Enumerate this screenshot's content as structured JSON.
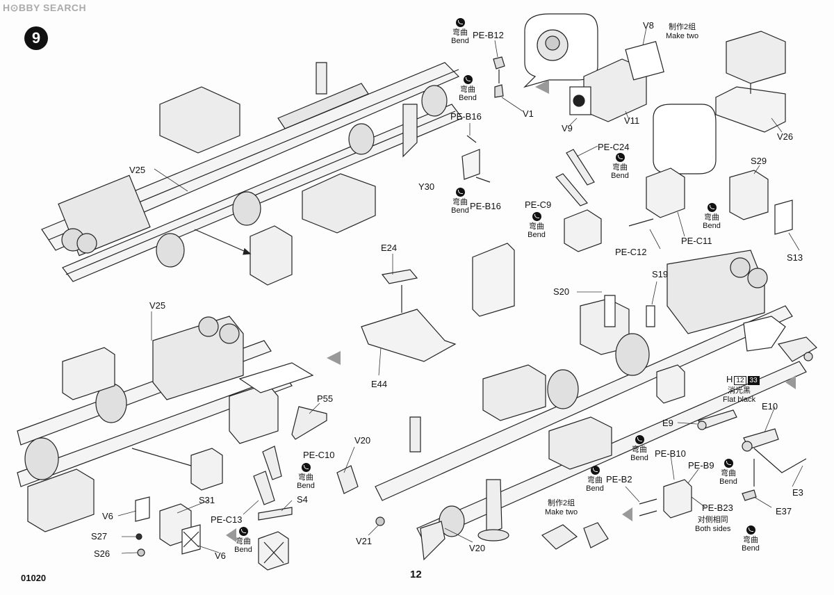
{
  "header": {
    "watermark": "H⊙BBY SEARCH"
  },
  "step": {
    "number": "9"
  },
  "footer": {
    "code": "01020",
    "page": "12"
  },
  "labels": {
    "pe_b12": "PE-B12",
    "v8": "V8",
    "v1": "V1",
    "v9": "V9",
    "v11": "V11",
    "v26": "V26",
    "pe_b16_top": "PE-B16",
    "pe_b16_bot": "PE-B16",
    "y30": "Y30",
    "pe_c24": "PE-C24",
    "pe_c9": "PE-C9",
    "s29": "S29",
    "s13": "S13",
    "pe_c12": "PE-C12",
    "pe_c11": "PE-C11",
    "v25_top": "V25",
    "v25_bot": "V25",
    "e24": "E24",
    "e44": "E44",
    "s20": "S20",
    "s19": "S19",
    "p55": "P55",
    "e10": "E10",
    "e9": "E9",
    "e3": "E3",
    "e37": "E37",
    "v20_left": "V20",
    "v20_right": "V20",
    "v21": "V21",
    "pe_c10": "PE-C10",
    "s4": "S4",
    "pe_c13": "PE-C13",
    "s31": "S31",
    "v6_left": "V6",
    "v6_right": "V6",
    "s27": "S27",
    "s26": "S26",
    "pe_b10": "PE-B10",
    "pe_b9": "PE-B9",
    "pe_b2": "PE-B2",
    "pe_b23": "PE-B23"
  },
  "notes": {
    "make_two_top": {
      "cn": "制作2组",
      "en": "Make two"
    },
    "make_two_bottom": {
      "cn": "制作2组",
      "en": "Make two"
    },
    "both_sides": {
      "cn": "对侧相同",
      "en": "Both sides"
    },
    "flat_black": {
      "cn": "消光黑",
      "en": "Flat black"
    }
  },
  "bend": {
    "cn": "弯曲",
    "en": "Bend"
  },
  "paint": {
    "prefix": "H",
    "num1": "12",
    "num2": "33"
  }
}
